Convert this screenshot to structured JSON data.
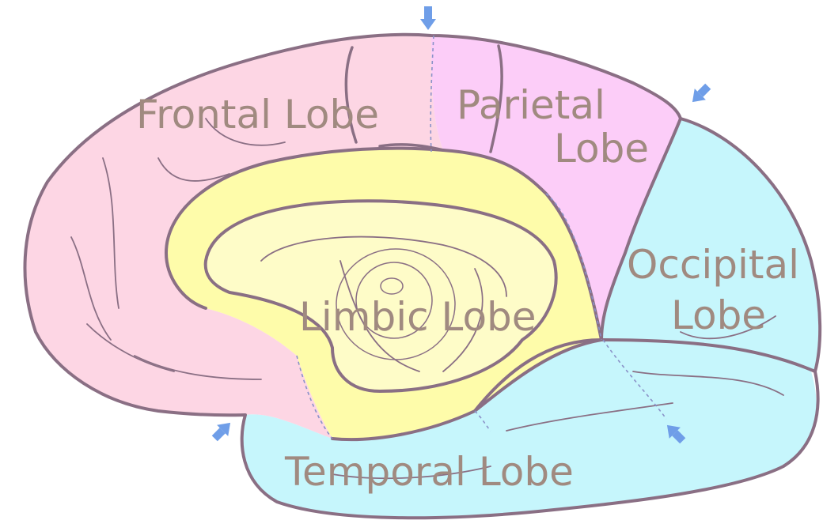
{
  "diagram": {
    "colors": {
      "frontal": "#fdd6e4",
      "parietal": "#fccdf8",
      "occipital": "#c6f6fc",
      "temporal": "#c6f6fc",
      "limbic": "#fefcaa",
      "outline": "#8a6f84",
      "label": "#a08a80",
      "pointer": "#6f9ee8"
    },
    "labels": {
      "frontal": "Frontal Lobe",
      "parietal_1": "Parietal",
      "parietal_2": "Lobe",
      "occipital_1": "Occipital",
      "occipital_2": "Lobe",
      "limbic": "Limbic Lobe",
      "temporal": "Temporal Lobe"
    },
    "pointers": [
      "arrow-icon",
      "arrow-icon",
      "arrow-icon",
      "arrow-icon"
    ]
  }
}
